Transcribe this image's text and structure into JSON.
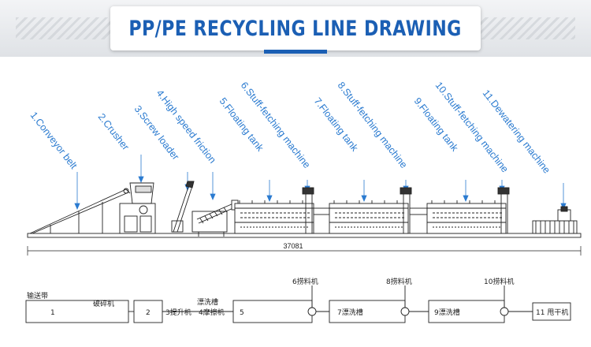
{
  "title": "PP/PE RECYCLING LINE DRAWING",
  "machines": [
    {
      "label": "1.Conveyor belt"
    },
    {
      "label": "2.Crusher"
    },
    {
      "label": "3.Screw loader"
    },
    {
      "label": "4.High speed friction"
    },
    {
      "label": "5.Floating tank"
    },
    {
      "label": "6.Stuff-fetching machine"
    },
    {
      "label": "7.Floating tank"
    },
    {
      "label": "8.Stuff-fetching machine"
    },
    {
      "label": "9.Floating tank"
    },
    {
      "label": "10.Stuff-fetching machine"
    },
    {
      "label": "11.Dewatering machine"
    }
  ],
  "dimension": "37081",
  "flow": {
    "conveyor_label": "输送带",
    "crusher_label": "破碎机",
    "box1": "1",
    "box2": "2",
    "screw_loader": "3提升机",
    "friction": "4摩擦机",
    "tank_label": "漂洗槽",
    "box5": "5",
    "fetch6": "6捞料机",
    "box7": "7漂洗槽",
    "fetch8": "8捞料机",
    "box9": "9漂洗槽",
    "fetch10": "10捞料机",
    "box11": "11 甩干机"
  },
  "colors": {
    "accent": "#1b5fb4",
    "label": "#2b7bd0",
    "line": "#222222"
  }
}
